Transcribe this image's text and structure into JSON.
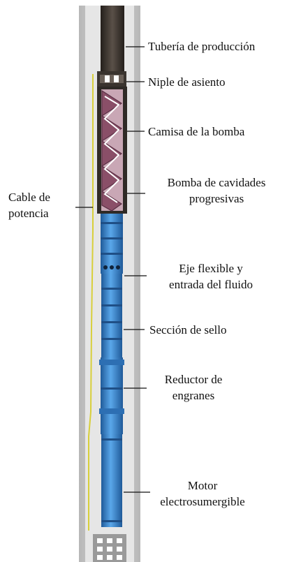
{
  "labels": {
    "tuberia": "Tubería de producción",
    "niple": "Niple de asiento",
    "camisa": "Camisa de la bomba",
    "bomba_line1": "Bomba de cavidades",
    "bomba_line2": "progresivas",
    "cable_line1": "Cable de",
    "cable_line2": "potencia",
    "eje_line1": "Eje flexible y",
    "eje_line2": "entrada del fluido",
    "sello": "Sección de sello",
    "reductor_line1": "Reductor de",
    "reductor_line2": "engranes",
    "motor_line1": "Motor",
    "motor_line2": "electrosumergible"
  },
  "colors": {
    "casing": "#c9c9c9",
    "annulus": "#e4e4e4",
    "tubing": "#3b332d",
    "stator": "#2a2522",
    "rotor": "#8a4f68",
    "cable": "#d8cf3a",
    "equipment": "#3f86cf",
    "equipment_dark": "#1f4f86",
    "leader": "#111111"
  }
}
